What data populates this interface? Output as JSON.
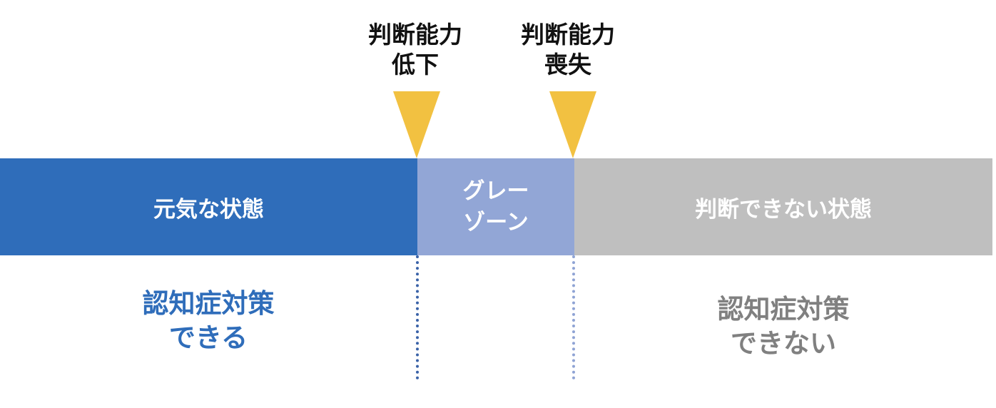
{
  "markers": [
    {
      "line1": "判断能力",
      "line2": "低下"
    },
    {
      "line1": "判断能力",
      "line2": "喪失"
    }
  ],
  "bands": {
    "healthy": "元気な状態",
    "gray_line1": "グレー",
    "gray_line2": "ゾーン",
    "unable": "判断できない状態"
  },
  "outcomes": {
    "can_line1": "認知症対策",
    "can_line2": "できる",
    "cannot_line1": "認知症対策",
    "cannot_line2": "できない"
  },
  "colors": {
    "healthy": "#2f6dba",
    "gray_zone": "#92a6d6",
    "unable": "#bfbfbf",
    "marker": "#f2c141",
    "can_text": "#2f6dba",
    "cannot_text": "#808080"
  }
}
